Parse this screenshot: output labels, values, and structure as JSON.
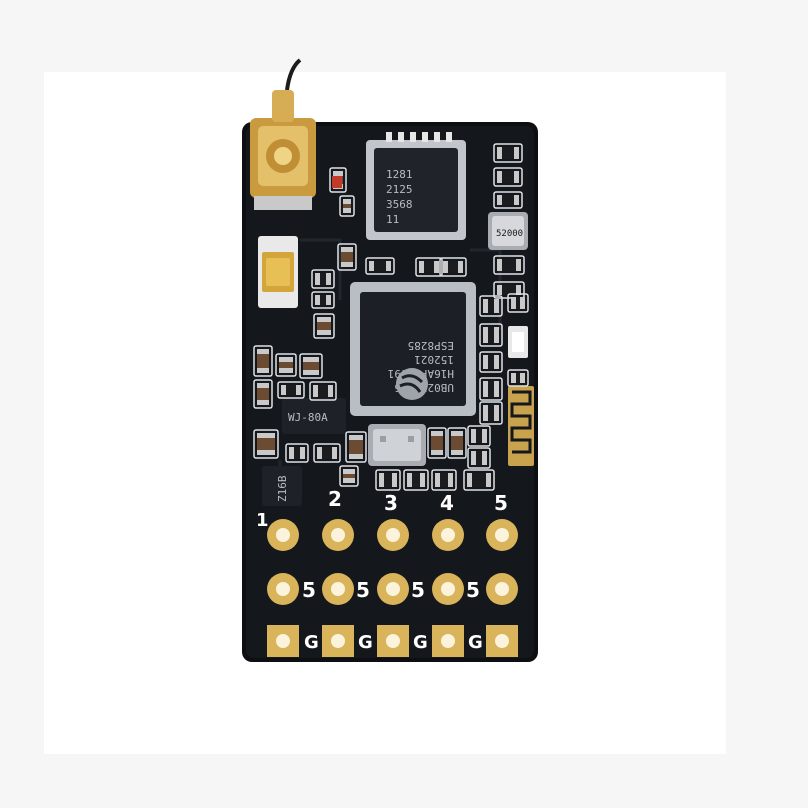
{
  "photo": {
    "background_color": "#ffffff",
    "board_color": "#0d0f13",
    "gold_color": "#d9b45a",
    "silkscreen_color": "#ffffff"
  },
  "antenna_connector": {
    "icon": "ufl-connector-icon"
  },
  "chips": {
    "top_chip": {
      "lines": [
        "1281",
        "2125",
        "3568",
        "11"
      ]
    },
    "main_chip": {
      "lines": [
        "UB02PU806",
        "H16AP20491",
        "152021",
        "ESP8285"
      ],
      "logo_icon": "espressif-logo-icon"
    },
    "regulator": {
      "text": "WJ-80A"
    },
    "small_ic": {
      "text": "Z16B"
    }
  },
  "crystals": {
    "top_right": {
      "text": "52000"
    },
    "bottom": {
      "text": ""
    }
  },
  "pin_header": {
    "numbers": [
      "1",
      "2",
      "3",
      "4",
      "5"
    ],
    "row2_labels": [
      "5",
      "5",
      "5",
      "5"
    ],
    "row3_labels": [
      "G",
      "G",
      "G",
      "G"
    ]
  }
}
